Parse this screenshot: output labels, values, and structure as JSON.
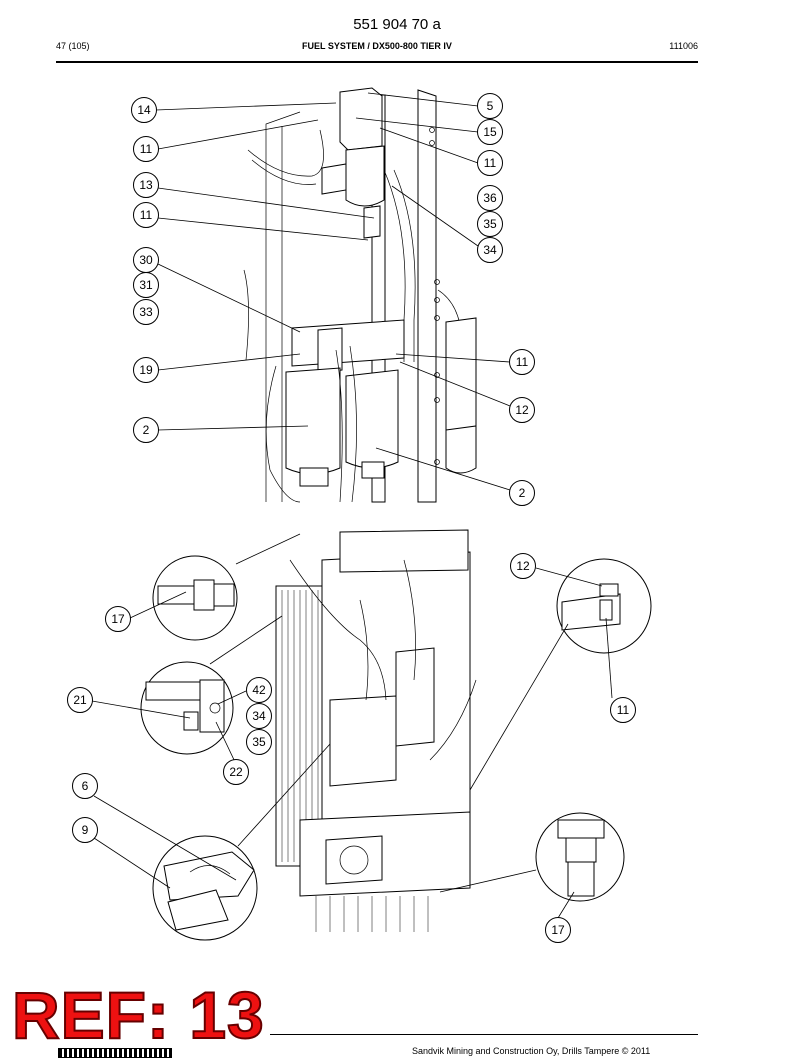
{
  "header": {
    "doc_number": "551 904 70 a",
    "page_ref": "47 (105)",
    "section_title": "FUEL SYSTEM / DX500-800 TIER IV",
    "doc_date": "111006"
  },
  "upper_callouts": [
    "14",
    "11",
    "13",
    "11",
    "30",
    "31",
    "33",
    "19",
    "2",
    "5",
    "15",
    "11",
    "36",
    "35",
    "34",
    "11",
    "12",
    "2"
  ],
  "lower_callouts": [
    "17",
    "21",
    "42",
    "34",
    "35",
    "22",
    "6",
    "9",
    "12",
    "11",
    "17"
  ],
  "stamp": "REF: 13",
  "footer": {
    "copyright": "Sandvik Mining and Construction Oy, Drills Tampere © 2011"
  }
}
